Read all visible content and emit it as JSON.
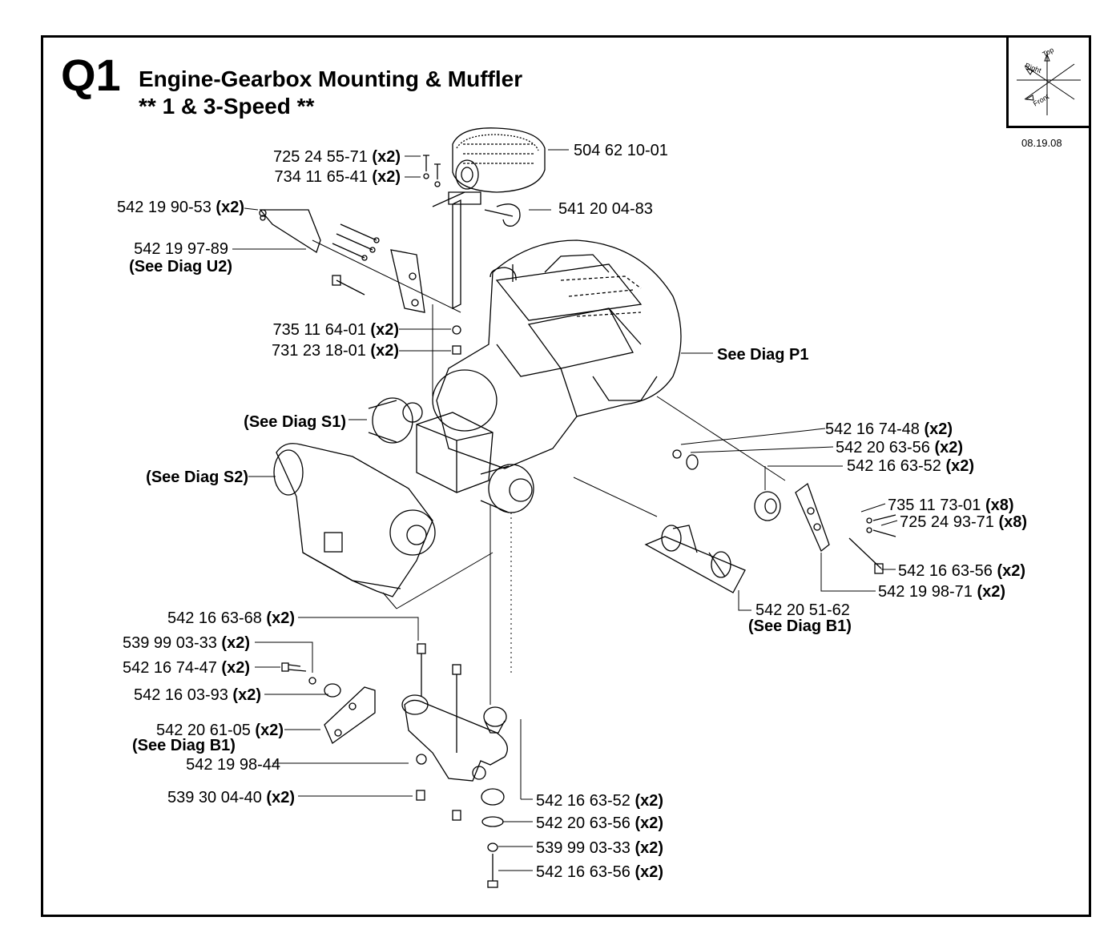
{
  "header": {
    "section_code": "Q1",
    "title": "Engine-Gearbox Mounting & Muffler",
    "subtitle": "** 1 & 3-Speed **",
    "date": "08.19.08"
  },
  "orientation": {
    "top": "Top",
    "right": "Right",
    "front": "Front"
  },
  "callouts": [
    {
      "id": "c01",
      "part": "725 24 55-71",
      "qty": "(x2)",
      "note": ""
    },
    {
      "id": "c02",
      "part": "734 11 65-41",
      "qty": "(x2)",
      "note": ""
    },
    {
      "id": "c03",
      "part": "504 62 10-01",
      "qty": "",
      "note": ""
    },
    {
      "id": "c04",
      "part": "542 19 90-53",
      "qty": "(x2)",
      "note": ""
    },
    {
      "id": "c05",
      "part": "541 20 04-83",
      "qty": "",
      "note": ""
    },
    {
      "id": "c06",
      "part": "542 19 97-89",
      "qty": "",
      "note": "(See Diag U2)"
    },
    {
      "id": "c07",
      "part": "735 11 64-01",
      "qty": "(x2)",
      "note": ""
    },
    {
      "id": "c08",
      "part": "731 23 18-01",
      "qty": "(x2)",
      "note": ""
    },
    {
      "id": "c09",
      "part": "See Diag P1",
      "qty": "",
      "note": ""
    },
    {
      "id": "c10",
      "part": "(See Diag S1)",
      "qty": "",
      "note": ""
    },
    {
      "id": "c11",
      "part": "542 16 74-48",
      "qty": "(x2)",
      "note": ""
    },
    {
      "id": "c12",
      "part": "542 20 63-56",
      "qty": "(x2)",
      "note": ""
    },
    {
      "id": "c13",
      "part": "542 16 63-52",
      "qty": "(x2)",
      "note": ""
    },
    {
      "id": "c14",
      "part": "(See Diag S2)",
      "qty": "",
      "note": ""
    },
    {
      "id": "c15",
      "part": "735 11 73-01",
      "qty": "(x8)",
      "note": ""
    },
    {
      "id": "c16",
      "part": "725 24 93-71",
      "qty": "(x8)",
      "note": ""
    },
    {
      "id": "c17",
      "part": "542 16 63-56",
      "qty": "(x2)",
      "note": ""
    },
    {
      "id": "c18",
      "part": "542 19 98-71",
      "qty": "(x2)",
      "note": ""
    },
    {
      "id": "c19",
      "part": "542 20 51-62",
      "qty": "",
      "note": "(See Diag B1)"
    },
    {
      "id": "c20",
      "part": "542 16 63-68",
      "qty": "(x2)",
      "note": ""
    },
    {
      "id": "c21",
      "part": "539 99 03-33",
      "qty": "(x2)",
      "note": ""
    },
    {
      "id": "c22",
      "part": "542 16 74-47",
      "qty": "(x2)",
      "note": ""
    },
    {
      "id": "c23",
      "part": "542 16 03-93",
      "qty": "(x2)",
      "note": ""
    },
    {
      "id": "c24",
      "part": "542 20 61-05",
      "qty": "(x2)",
      "note": "(See Diag B1)"
    },
    {
      "id": "c25",
      "part": "542 19 98-44",
      "qty": "",
      "note": ""
    },
    {
      "id": "c26",
      "part": "539 30 04-40",
      "qty": "(x2)",
      "note": ""
    },
    {
      "id": "c27",
      "part": "542 16 63-52",
      "qty": "(x2)",
      "note": ""
    },
    {
      "id": "c28",
      "part": "542 20 63-56",
      "qty": "(x2)",
      "note": ""
    },
    {
      "id": "c29",
      "part": "539 99 03-33",
      "qty": "(x2)",
      "note": ""
    },
    {
      "id": "c30",
      "part": "542 16 63-56",
      "qty": "(x2)",
      "note": ""
    }
  ]
}
